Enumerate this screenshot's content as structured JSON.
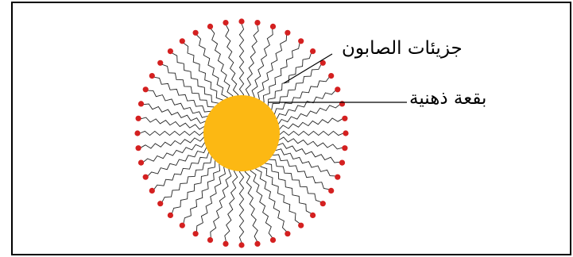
{
  "labels": {
    "soap_molecules": "جزيئات الصابون",
    "oil_droplet": "بقعة ذهنية"
  },
  "colors": {
    "frame": "#000000",
    "oil_droplet": "#fcb813",
    "molecule_head": "#d42020",
    "molecule_tail": "#222222",
    "pointer_line": "#000000",
    "text": "#000000"
  },
  "molecule_count": 44
}
